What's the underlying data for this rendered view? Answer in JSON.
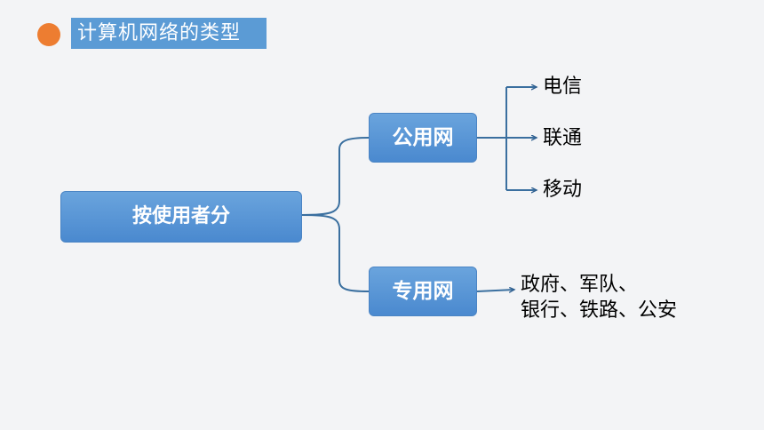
{
  "header": {
    "title": "计算机网络的类型",
    "accent_color": "#ed7d31",
    "title_bg": "#5b9bd5"
  },
  "diagram": {
    "root": "按使用者分",
    "branches": [
      {
        "label": "公用网",
        "leaves": [
          "电信",
          "联通",
          "移动"
        ]
      },
      {
        "label": "专用网",
        "leaf_lines": [
          "政府、军队、",
          "银行、铁路、公安"
        ]
      }
    ],
    "node_color": "#5b9bd5",
    "connector_color": "#3a6f9f"
  }
}
